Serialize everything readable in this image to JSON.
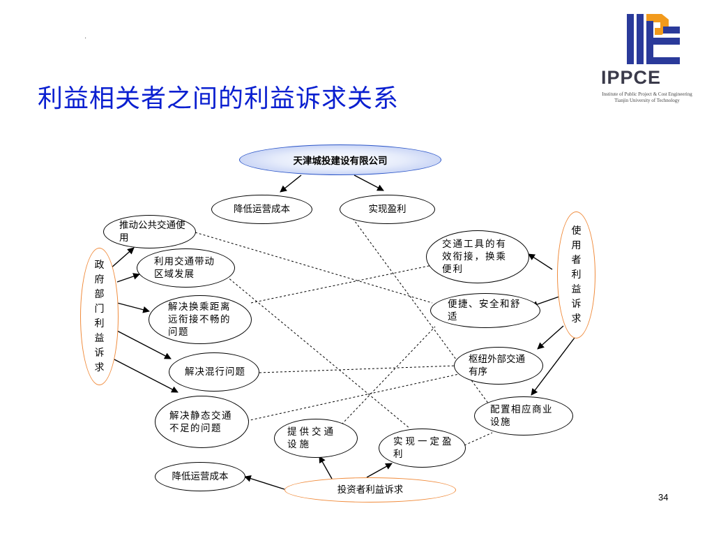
{
  "slide": {
    "mark": "·",
    "title": "利益相关者之间的利益诉求关系",
    "page_number": "34"
  },
  "logo": {
    "name": "IPPCE",
    "subtitle_line1": "Institute of Public Project & Cost Engineering",
    "subtitle_line2": "Tianjin University of Technology",
    "colors": {
      "blue": "#2a3a9a",
      "orange": "#f29a1c"
    }
  },
  "diagram": {
    "top": "天津城投建设有限公司",
    "top_goals": {
      "reduce_cost": "降低运营成本",
      "profit": "实现盈利"
    },
    "government": {
      "label": "政府部门利益诉求",
      "items": {
        "public_transit": "推动公共交通使用",
        "corridor": "利用交通带动区域发展",
        "transfer_distance": "解决换乘距离远衔接不畅的问题",
        "mixed_traffic": "解决混行问题",
        "static_traffic": "解决静态交通不足的问题"
      }
    },
    "users": {
      "label": "使用者利益诉求",
      "items": {
        "connection": "交通工具的有效衔接，换乘便利",
        "convenience": "便捷、安全和舒适",
        "order": "枢纽外部交通有序",
        "commercial": "配置相应商业设施"
      }
    },
    "investors": {
      "label": "投资者利益诉求",
      "items": {
        "facilities": "提供交通设施",
        "profit": "实现一定盈利",
        "reduce_cost": "降低运营成本"
      }
    },
    "colors": {
      "accent": "#f08a3a",
      "top_border": "#2b55c8",
      "title": "#0a1fd0"
    }
  }
}
